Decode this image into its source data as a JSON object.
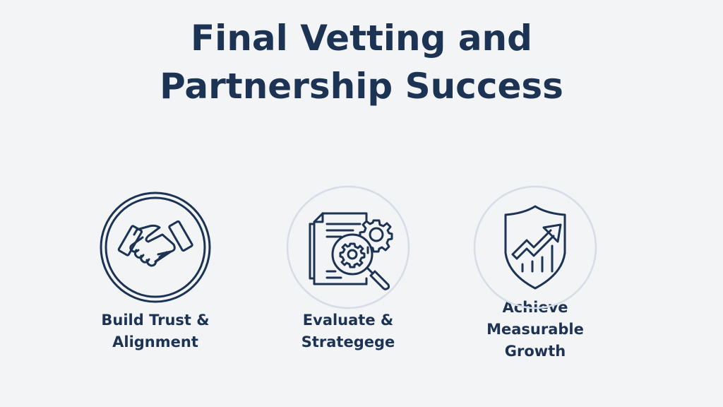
{
  "title": {
    "line1": "Final Vetting and",
    "line2": "Partnership Success"
  },
  "colors": {
    "background": "#f3f4f5",
    "primary": "#1d3354",
    "circle_light": "#d6dde6"
  },
  "items": [
    {
      "icon": "handshake-icon",
      "label_lines": [
        "Build Trust &",
        "Alignment"
      ]
    },
    {
      "icon": "document-analysis-gear-magnifier-icon",
      "label_lines": [
        "Evaluate &",
        "Strategege"
      ]
    },
    {
      "icon": "shield-growth-chart-icon",
      "label_lines": [
        "Achieve",
        "Measurable",
        "Growth"
      ]
    }
  ]
}
